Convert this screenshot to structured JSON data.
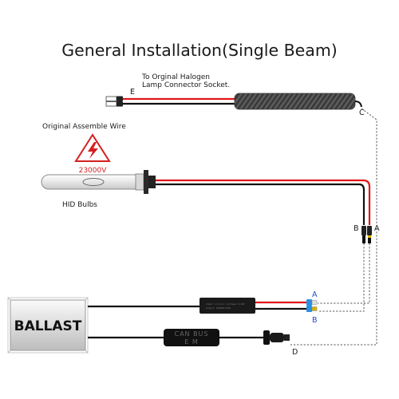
{
  "title": "General Installation(Single Beam)",
  "halogen_label_line1": "To Orginal Halogen",
  "halogen_label_line2": "Lamp Connector Socket.",
  "original_wire_label": "Original Assemble Wire",
  "voltage_label": "23000V",
  "bulb_label": "HID Bulbs",
  "ballast_label": "BALLAST",
  "canbus_line1": "CAN BUS",
  "canbus_line2": "E  M",
  "decoder_spec_line1": "Input circuit voltage 9-16V",
  "decoder_spec_line2": "Output 23000V/35W",
  "letters": {
    "e": "E",
    "c": "C",
    "b_bulb": "B",
    "a_bulb": "A",
    "a_ballast": "A",
    "b_ballast": "B",
    "d": "D"
  },
  "colors": {
    "wire_black": "#111111",
    "wire_red": "#e0161b",
    "warning_red": "#d42020",
    "connector_blue": "#2a8fe0",
    "dashed_line": "#555555",
    "letter_blue": "#1f4fbf"
  },
  "icons": [
    "warning-triangle-icon",
    "high-voltage-icon"
  ]
}
